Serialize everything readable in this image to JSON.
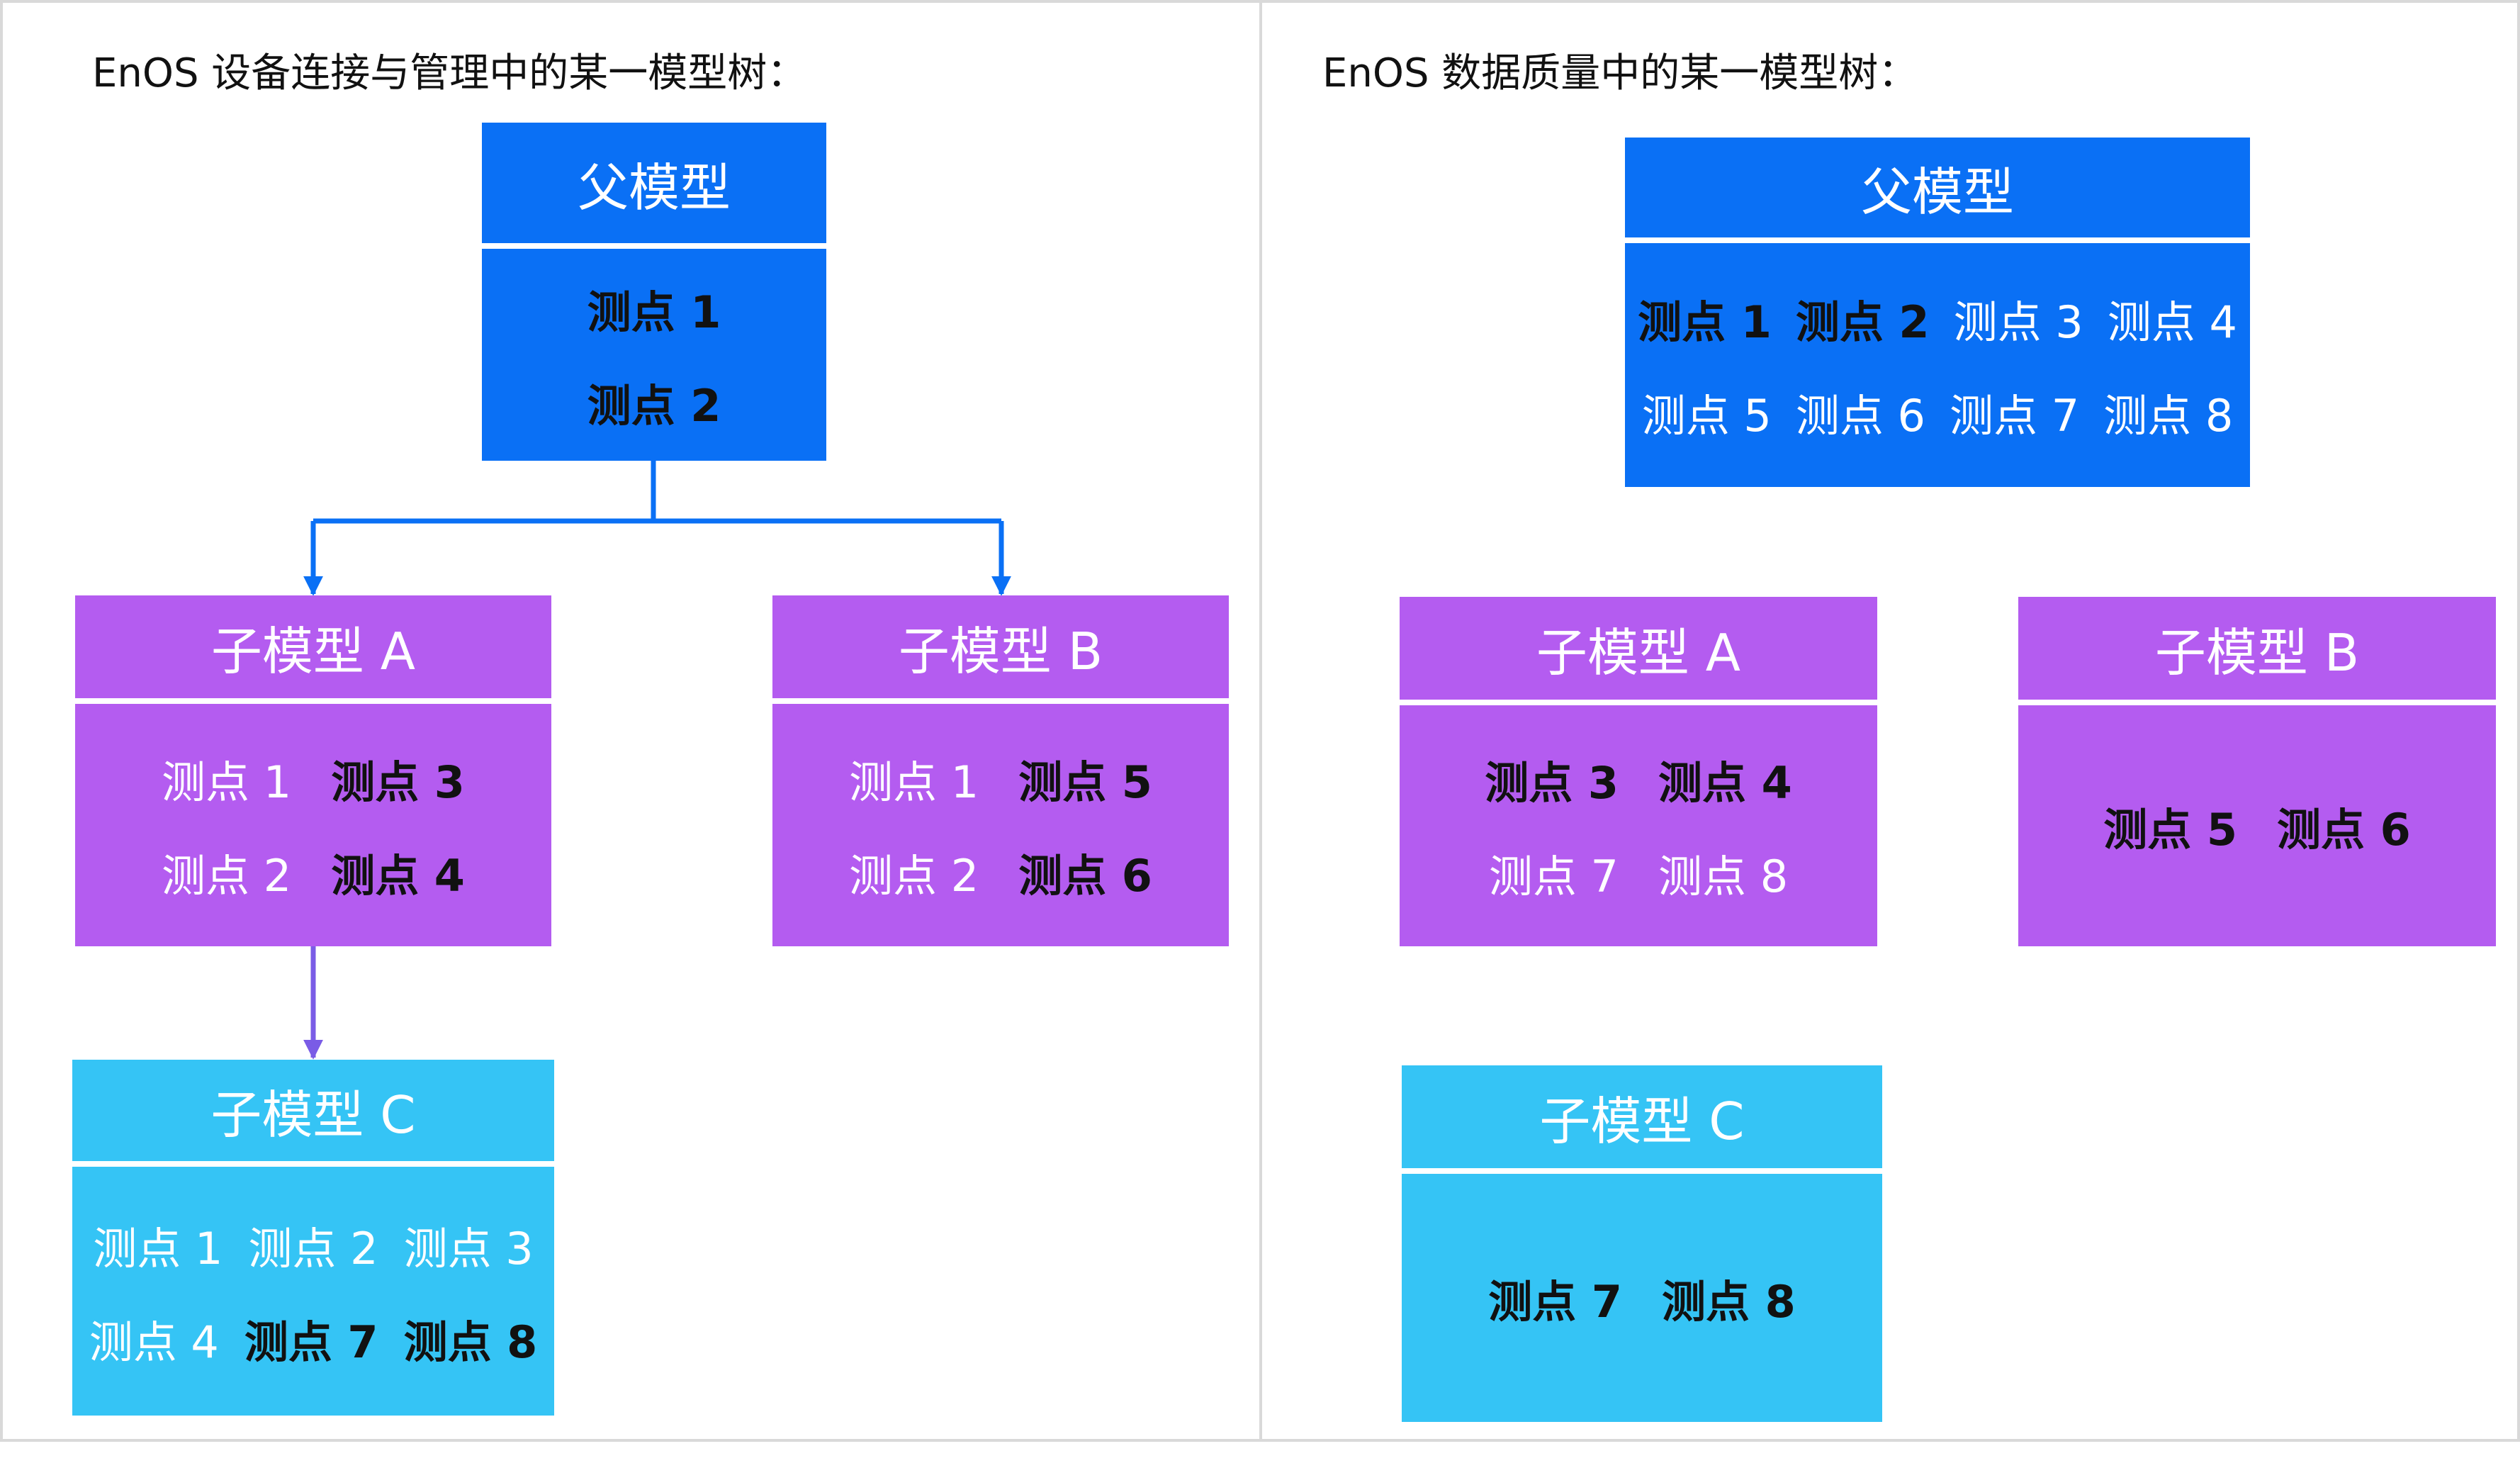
{
  "left_panel": {
    "title": "EnOS 设备连接与管理中的某一模型树：",
    "parent": {
      "title": "父模型",
      "rows": [
        [
          {
            "text": "测点 1",
            "bold": true
          }
        ],
        [
          {
            "text": "测点 2",
            "bold": true
          }
        ]
      ]
    },
    "child_a": {
      "title": "子模型 A",
      "rows": [
        [
          {
            "text": "测点 1",
            "bold": false
          },
          {
            "text": "测点 3",
            "bold": true
          }
        ],
        [
          {
            "text": "测点 2",
            "bold": false
          },
          {
            "text": "测点 4",
            "bold": true
          }
        ]
      ]
    },
    "child_b": {
      "title": "子模型 B",
      "rows": [
        [
          {
            "text": "测点 1",
            "bold": false
          },
          {
            "text": "测点 5",
            "bold": true
          }
        ],
        [
          {
            "text": "测点 2",
            "bold": false
          },
          {
            "text": "测点 6",
            "bold": true
          }
        ]
      ]
    },
    "child_c": {
      "title": "子模型 C",
      "rows": [
        [
          {
            "text": "测点 1",
            "bold": false
          },
          {
            "text": "测点 2",
            "bold": false
          },
          {
            "text": "测点 3",
            "bold": false
          }
        ],
        [
          {
            "text": "测点 4",
            "bold": false
          },
          {
            "text": "测点 7",
            "bold": true
          },
          {
            "text": "测点 8",
            "bold": true
          }
        ]
      ]
    }
  },
  "right_panel": {
    "title": "EnOS 数据质量中的某一模型树：",
    "parent": {
      "title": "父模型",
      "rows": [
        [
          {
            "text": "测点 1",
            "bold": true
          },
          {
            "text": "测点 2",
            "bold": true
          },
          {
            "text": "测点 3",
            "bold": false
          },
          {
            "text": "测点 4",
            "bold": false
          }
        ],
        [
          {
            "text": "测点 5",
            "bold": false
          },
          {
            "text": "测点 6",
            "bold": false
          },
          {
            "text": "测点 7",
            "bold": false
          },
          {
            "text": "测点 8",
            "bold": false
          }
        ]
      ]
    },
    "child_a": {
      "title": "子模型 A",
      "rows": [
        [
          {
            "text": "测点 3",
            "bold": true
          },
          {
            "text": "测点 4",
            "bold": true
          }
        ],
        [
          {
            "text": "测点 7",
            "bold": false
          },
          {
            "text": "测点 8",
            "bold": false
          }
        ]
      ]
    },
    "child_b": {
      "title": "子模型 B",
      "rows": [
        [
          {
            "text": "测点 5",
            "bold": true
          },
          {
            "text": "测点 6",
            "bold": true
          }
        ]
      ]
    },
    "child_c": {
      "title": "子模型 C",
      "rows": [
        [
          {
            "text": "测点 7",
            "bold": true
          },
          {
            "text": "测点 8",
            "bold": true
          }
        ]
      ]
    }
  },
  "colors": {
    "parent": "#0a70f5",
    "child_ab": "#b45cf0",
    "child_c": "#35c4f5",
    "connector_blue": "#0a70f5",
    "connector_purple": "#7a5ce6"
  }
}
